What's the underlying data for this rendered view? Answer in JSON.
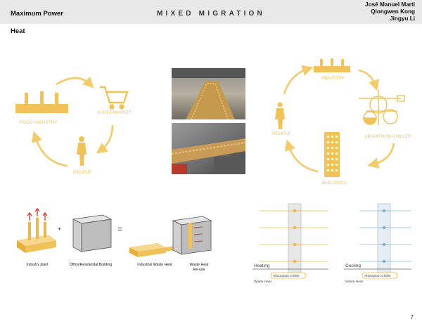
{
  "header": {
    "left_title": "Maximum Power",
    "center_title": "MIXED MIGRATION",
    "authors": [
      "José Manuel Marti",
      "Qiongwen Kong",
      "Jingyu Li"
    ]
  },
  "section_title": "Heat",
  "cycle1": {
    "labels": [
      "FOOD INDUSTRY",
      "SUPERMARKET",
      "PEOPLE"
    ]
  },
  "cycle2": {
    "labels": [
      "INDUSTRY",
      "ABSORTION CHILLER",
      "BUILDINGS",
      "PEOPLE"
    ]
  },
  "process_captions": [
    "Industry plant",
    "Office/Residential Building",
    "Industrial Waste Heat",
    "Waste Heat\nRe-use"
  ],
  "operators": [
    "+",
    "="
  ],
  "section_diagrams": [
    {
      "mode": "Heating",
      "chiller": "Absorption Chiller",
      "source": "Waste Heat"
    },
    {
      "mode": "Cooling",
      "chiller": "Absorption Chiller",
      "source": "Waste Heat"
    }
  ],
  "page_number": "7",
  "colors": {
    "accent": "#f0c35a",
    "arrow": "#f3cb6a",
    "header_bg": "#e9e9e9",
    "heating": "#f2b53c",
    "cooling": "#7fb4d6"
  }
}
